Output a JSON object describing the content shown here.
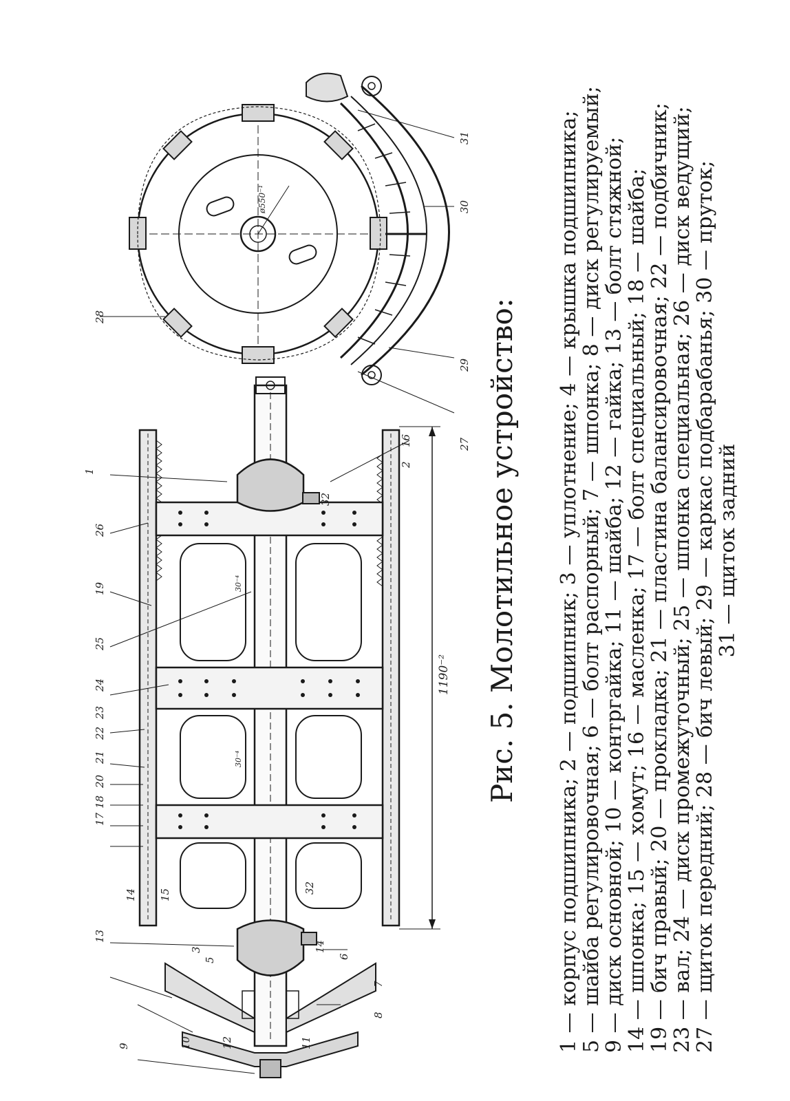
{
  "figure": {
    "caption": "Рис. 5. Молотильное устройство:",
    "legend_lines": [
      "1 — корпус подшипника; 2 — подшипник; 3 — уплотнение; 4 — крышка подшипника;",
      "5 — шайба регулировочная; 6 — болт распорный; 7 — шпонка; 8 — диск регулируемый;",
      "9 — диск основной; 10 — контргайка; 11 — шайба; 12 — гайка; 13 — болт стяжной;",
      "14 — шпонка; 15 — хомут; 16 — масленка; 17 — болт специальный; 18 — шайба;",
      "19 — бич правый; 20 — прокладка; 21 — пластина балансировочная; 22 — подбичник;",
      "23 — вал; 24 — диск промежуточный; 25 — шпонка специальная; 26 — диск ведущий;",
      "27 — щиток передний; 28 — бич левый; 29 — каркас подбарабанья; 30 — пруток;",
      "31 — щиток задний"
    ]
  },
  "drawing_labels": {
    "side_view": [
      "1",
      "2",
      "16",
      "26",
      "19",
      "25",
      "24",
      "23",
      "22",
      "21",
      "20",
      "18",
      "17",
      "14",
      "13",
      "15",
      "3",
      "5",
      "6",
      "7",
      "8",
      "9",
      "10",
      "12",
      "11",
      "32",
      "14",
      "32"
    ],
    "dimensions": [
      "1190⁻²",
      "30⁻⁴",
      "30⁻⁴"
    ],
    "end_view": [
      "28",
      "29",
      "27",
      "30",
      "31",
      "ø550⁻¹"
    ]
  }
}
